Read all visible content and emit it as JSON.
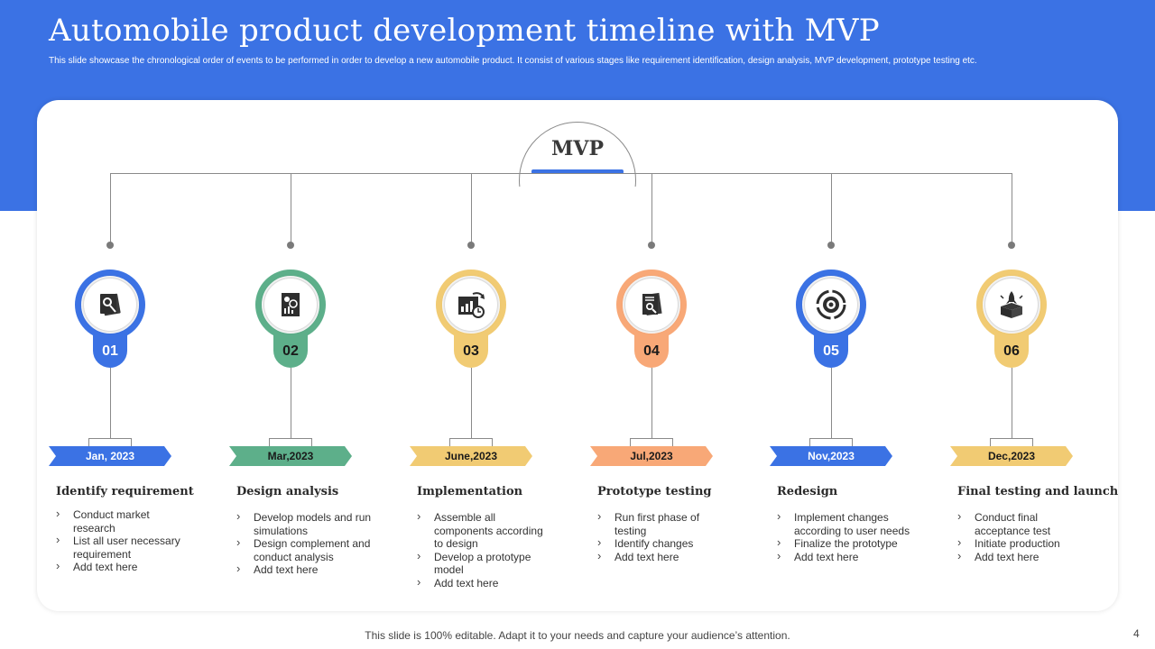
{
  "header": {
    "title": "Automobile product development timeline with MVP",
    "subtitle": "This slide showcase the chronological order of events to be performed in order to develop a new automobile product. It consist of various stages like requirement identification, design analysis, MVP development, prototype testing etc."
  },
  "center_label": "MVP",
  "steps": [
    {
      "number": "01",
      "date": "Jan, 2023",
      "title": "Identify requirement",
      "icon": "document-search-icon",
      "color": "#3b72e4",
      "text_color": "#ffffff",
      "bullets": [
        "Conduct market research",
        "List all user necessary requirement",
        "Add text here"
      ]
    },
    {
      "number": "02",
      "date": "Mar,2023",
      "title": "Design analysis",
      "icon": "analysis-report-icon",
      "color": "#5daf8a",
      "text_color": "#1a1a1a",
      "bullets": [
        "Develop models and run simulations",
        "Design complement and conduct analysis",
        "Add text here"
      ]
    },
    {
      "number": "03",
      "date": "June,2023",
      "title": "Implementation",
      "icon": "chart-progress-icon",
      "color": "#f1cb73",
      "text_color": "#1a1a1a",
      "bullets": [
        "Assemble all components according to design",
        "Develop a prototype model",
        "Add text here"
      ]
    },
    {
      "number": "04",
      "date": "Jul,2023",
      "title": "Prototype testing",
      "icon": "checklist-search-icon",
      "color": "#f8a877",
      "text_color": "#1a1a1a",
      "bullets": [
        "Run first phase of testing",
        "Identify changes",
        "Add text here"
      ]
    },
    {
      "number": "05",
      "date": "Nov,2023",
      "title": "Redesign",
      "icon": "gear-cycle-icon",
      "color": "#3b72e4",
      "text_color": "#ffffff",
      "bullets": [
        "Implement changes according to user needs",
        "Finalize the prototype",
        "Add text here"
      ]
    },
    {
      "number": "06",
      "date": "Dec,2023",
      "title": "Final testing and launch",
      "icon": "rocket-box-icon",
      "color": "#f1cb73",
      "text_color": "#1a1a1a",
      "bullets": [
        "Conduct final acceptance test",
        "Initiate production",
        "Add text here"
      ]
    }
  ],
  "footer": "This slide is 100% editable. Adapt it to your needs and capture your audience’s attention.",
  "page_number": "4"
}
